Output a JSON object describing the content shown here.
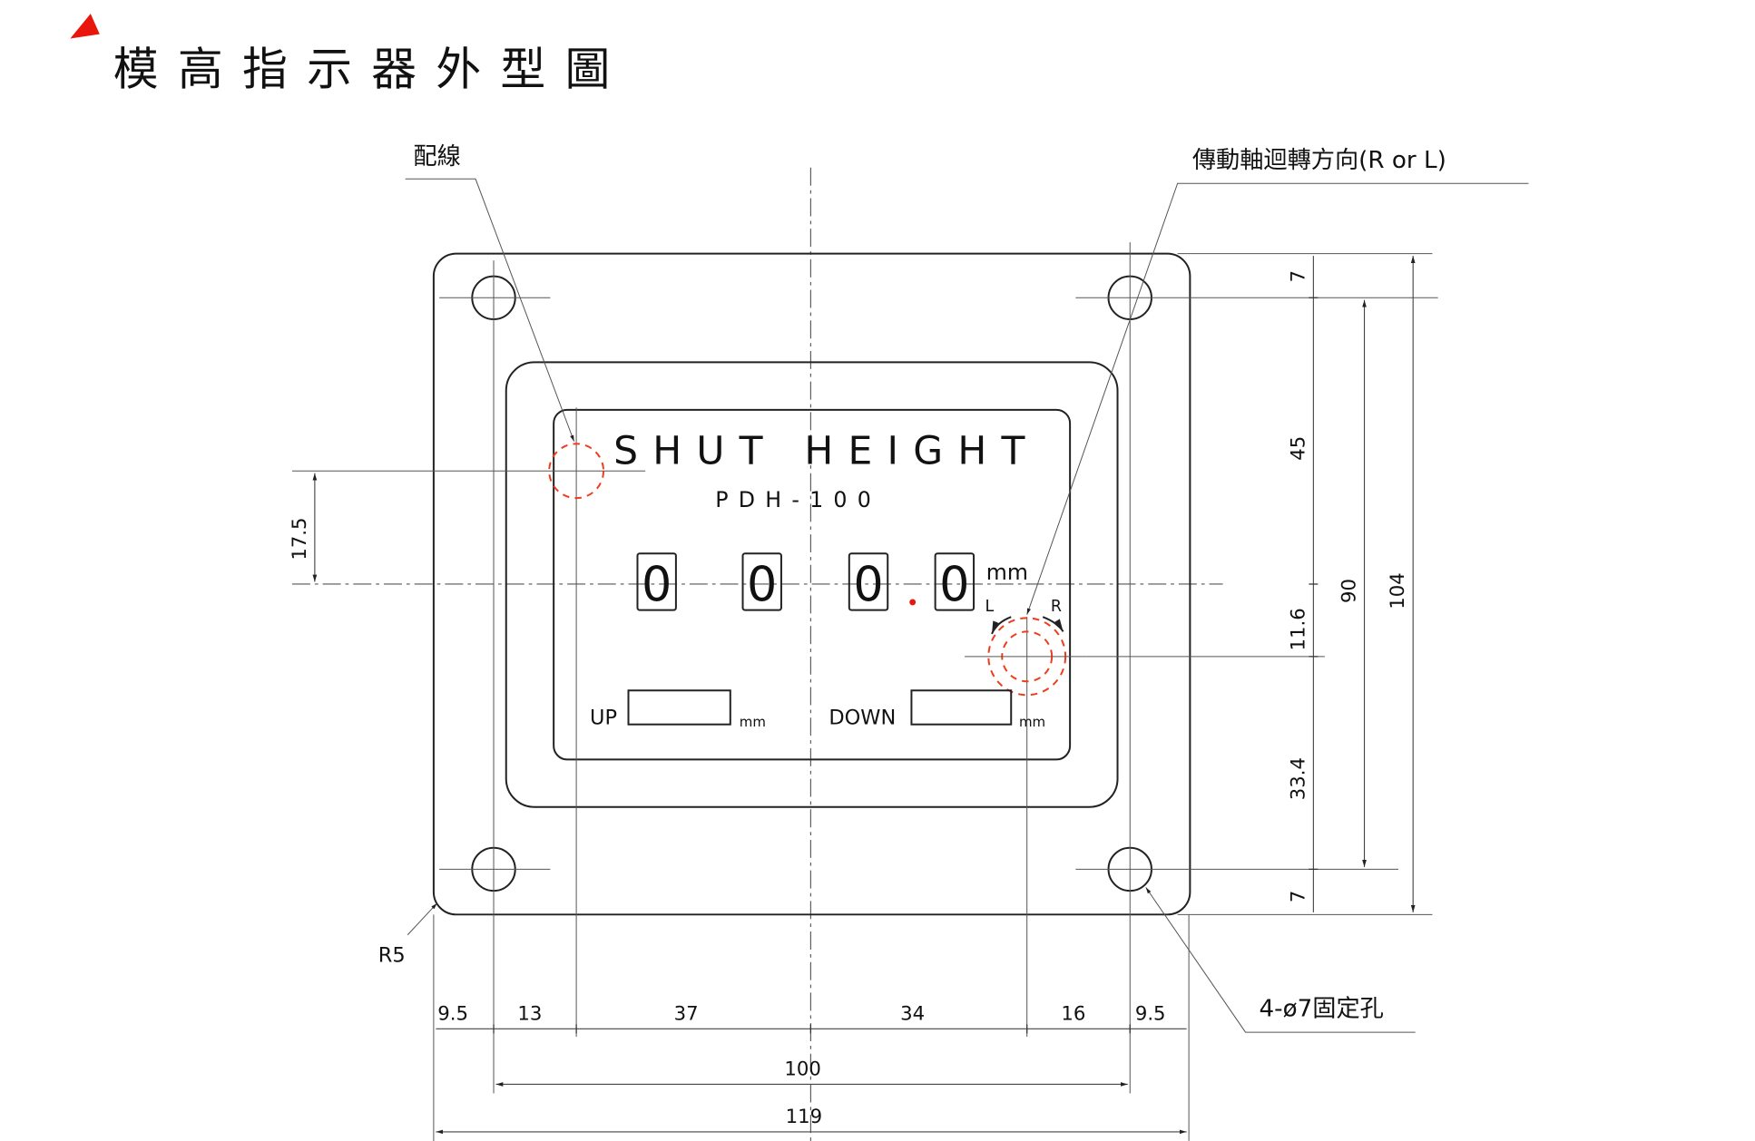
{
  "title": "模高指示器外型圖",
  "labels": {
    "wiring": "配線",
    "rotation": "傳動軸迴轉方向(R or L)",
    "radius": "R5",
    "holes": "4-ø7固定孔"
  },
  "panel": {
    "heading": "SHUT HEIGHT",
    "model": "PDH-100",
    "digits": [
      "0",
      "0",
      "0",
      "0"
    ],
    "unit": "mm",
    "left": "L",
    "right": "R",
    "up_label": "UP",
    "up_unit": "mm",
    "down_label": "DOWN",
    "down_unit": "mm"
  },
  "dimensions": {
    "right_chain": [
      "7",
      "45",
      "11.6",
      "33.4",
      "7"
    ],
    "right_90": "90",
    "right_104": "104",
    "left_17_5": "17.5",
    "bottom_chain": [
      "9.5",
      "13",
      "37",
      "34",
      "16",
      "9.5"
    ],
    "bottom_100": "100",
    "bottom_119": "119"
  },
  "colors": {
    "accent": "#f03c1e",
    "marker": "#e8160c"
  }
}
